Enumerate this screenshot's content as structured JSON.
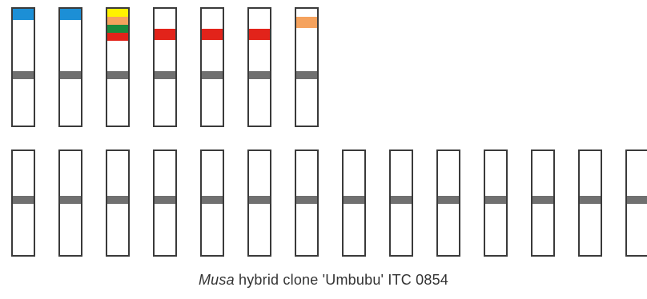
{
  "caption": {
    "genus": "Musa",
    "rest": " hybrid clone 'Umbubu' ITC 0854"
  },
  "colors": {
    "outline": "#3a3a3a",
    "centromere": "#707070",
    "blue": "#1c8fd6",
    "yellow": "#fff200",
    "orange": "#f5a25d",
    "green": "#1a8a3c",
    "red": "#e2231a"
  },
  "rows": [
    {
      "row": "top",
      "chromosomes": [
        {
          "signals": [
            "blue"
          ]
        },
        {
          "signals": [
            "blue"
          ]
        },
        {
          "signals": [
            "yellow",
            "orange",
            "green",
            "red"
          ]
        },
        {
          "signals": [
            "red"
          ]
        },
        {
          "signals": [
            "red"
          ]
        },
        {
          "signals": [
            "red"
          ]
        },
        {
          "signals": [
            "orange"
          ]
        }
      ]
    },
    {
      "row": "bottom",
      "chromosomes": [
        {
          "signals": []
        },
        {
          "signals": []
        },
        {
          "signals": []
        },
        {
          "signals": []
        },
        {
          "signals": []
        },
        {
          "signals": []
        },
        {
          "signals": []
        },
        {
          "signals": []
        },
        {
          "signals": []
        },
        {
          "signals": []
        },
        {
          "signals": []
        },
        {
          "signals": []
        },
        {
          "signals": []
        },
        {
          "signals": []
        }
      ]
    }
  ]
}
